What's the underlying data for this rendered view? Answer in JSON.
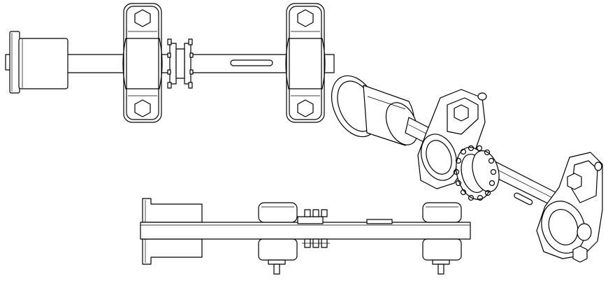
{
  "drawing": {
    "background": "#ffffff",
    "line_color": "#000000",
    "views": [
      "top-view",
      "isometric-view",
      "front-view"
    ],
    "parts": [
      "bearing-block",
      "shaft",
      "sprocket",
      "pillow-block",
      "hex-bolt",
      "keyway",
      "hub-flange"
    ]
  }
}
